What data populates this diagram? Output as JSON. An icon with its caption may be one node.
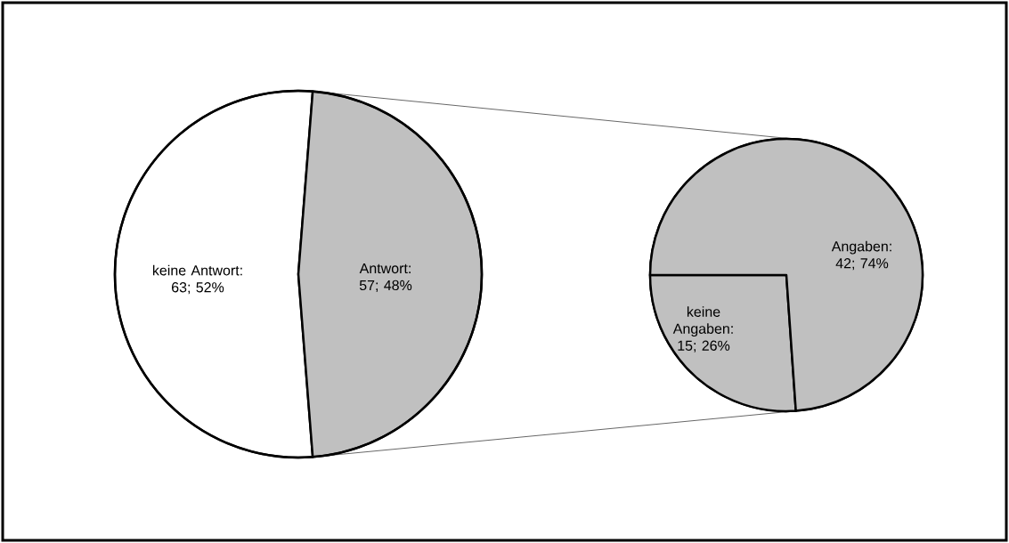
{
  "diagram": {
    "nodes": [
      {
        "text": [
          "keine Antwort: 63; 52%"
        ]
      },
      {
        "text": [
          "Antwort: 57; 48%"
        ]
      },
      {
        "text": [],
        "shape": "circle"
      },
      {
        "text": [
          "keine Angaben: 15; 26%"
        ],
        "in": 2
      },
      {
        "text": [
          "Angaben: 42; 74%"
        ],
        "in": 2
      }
    ],
    "edges": [
      {
        "from": 1,
        "to": 2,
        "arrow": "none"
      },
      {
        "from": 1,
        "to": 2,
        "arrow": "none"
      }
    ]
  }
}
